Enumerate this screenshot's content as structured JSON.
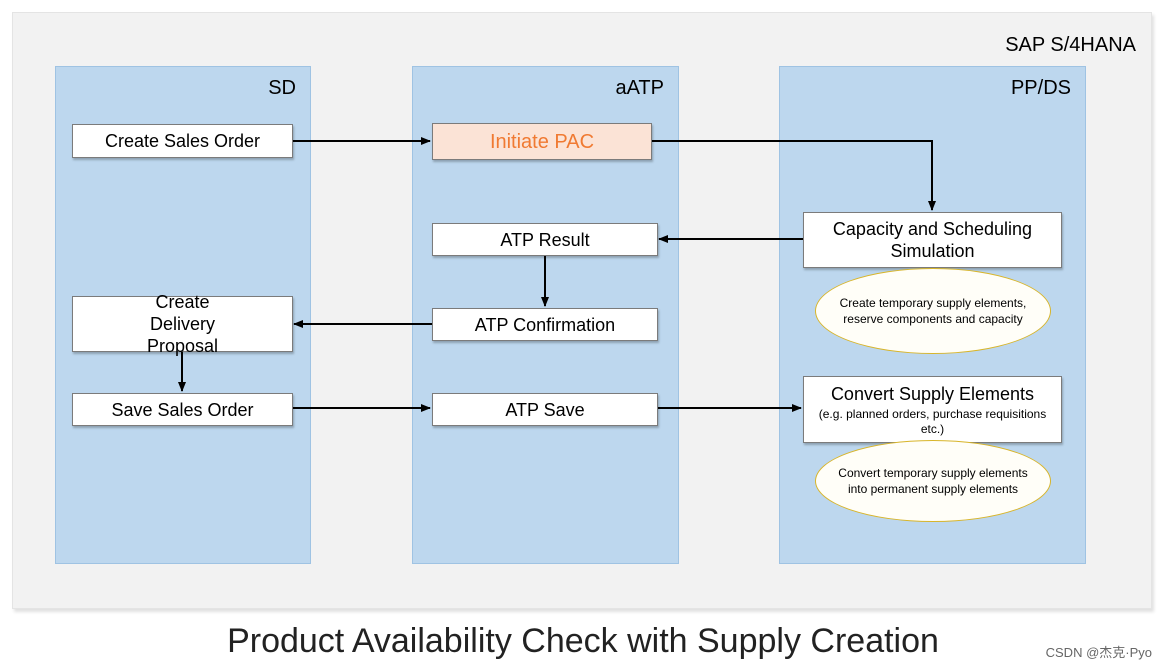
{
  "system": "SAP S/4HANA",
  "lanes": {
    "sd": "SD",
    "aatp": "aATP",
    "ppds": "PP/DS"
  },
  "boxes": {
    "create_sales_order": "Create Sales Order",
    "initiate_pac": "Initiate PAC",
    "atp_result": "ATP Result",
    "atp_confirmation": "ATP Confirmation",
    "create_delivery_proposal": "Create Delivery Proposal",
    "save_sales_order": "Save Sales Order",
    "atp_save": "ATP Save",
    "capacity_simulation": "Capacity and Scheduling Simulation",
    "convert_supply": "Convert Supply Elements",
    "convert_supply_sub": "(e.g. planned orders, purchase requisitions etc.)"
  },
  "notes": {
    "temporary": "Create temporary supply elements, reserve components and capacity",
    "permanent": "Convert temporary supply elements into permanent supply elements"
  },
  "caption": "Product Availability Check with Supply Creation",
  "watermark": "CSDN @杰克·Pyo",
  "colors": {
    "lane": "#bdd7ee",
    "highlight_fill": "#fbe3d6",
    "highlight_text": "#f07a32",
    "note_border": "#d8b52a"
  }
}
